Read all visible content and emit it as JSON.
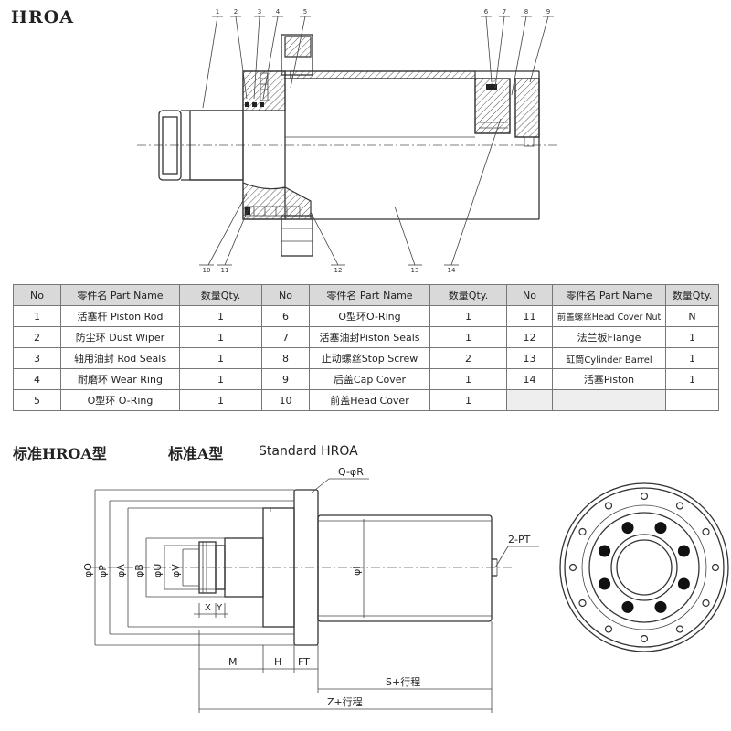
{
  "title": "HROA",
  "callouts": [
    "1",
    "2",
    "3",
    "4",
    "5",
    "6",
    "7",
    "8",
    "9",
    "10",
    "11",
    "12",
    "13",
    "14"
  ],
  "table": {
    "headers": {
      "no": "No",
      "name": "零件名 Part Name",
      "qty": "数量Qty."
    },
    "parts": [
      {
        "no": "1",
        "name": "活塞杆 Piston Rod",
        "qty": "1"
      },
      {
        "no": "2",
        "name": "防尘环 Dust Wiper",
        "qty": "1"
      },
      {
        "no": "3",
        "name": "轴用油封 Rod Seals",
        "qty": "1"
      },
      {
        "no": "4",
        "name": "耐磨环 Wear Ring",
        "qty": "1"
      },
      {
        "no": "5",
        "name": "O型环 O-Ring",
        "qty": "1"
      },
      {
        "no": "6",
        "name": "O型环O-Ring",
        "qty": "1"
      },
      {
        "no": "7",
        "name": "活塞油封Piston Seals",
        "qty": "1"
      },
      {
        "no": "8",
        "name": "止动螺丝Stop Screw",
        "qty": "2"
      },
      {
        "no": "9",
        "name": "后盖Cap Cover",
        "qty": "1"
      },
      {
        "no": "10",
        "name": "前盖Head Cover",
        "qty": "1"
      },
      {
        "no": "11",
        "name": "前盖螺丝Head Cover Nut",
        "qty": "N"
      },
      {
        "no": "12",
        "name": "法兰板Flange",
        "qty": "1"
      },
      {
        "no": "13",
        "name": "缸筒Cylinder Barrel",
        "qty": "1"
      },
      {
        "no": "14",
        "name": "活塞Piston",
        "qty": "1"
      }
    ]
  },
  "subtitles": {
    "a": "标准HROA型",
    "b": "标准A型",
    "c": "Standard HROA"
  },
  "dimensions": {
    "q_r": "Q-φR",
    "pt": "2-PT",
    "o": "φO",
    "p": "φP",
    "a": "φA",
    "b": "φB",
    "u": "φU",
    "v": "φV",
    "i": "φI",
    "x": "X",
    "y": "Y",
    "m": "M",
    "h": "H",
    "ft": "FT",
    "s": "S+行程",
    "z": "Z+行程"
  }
}
